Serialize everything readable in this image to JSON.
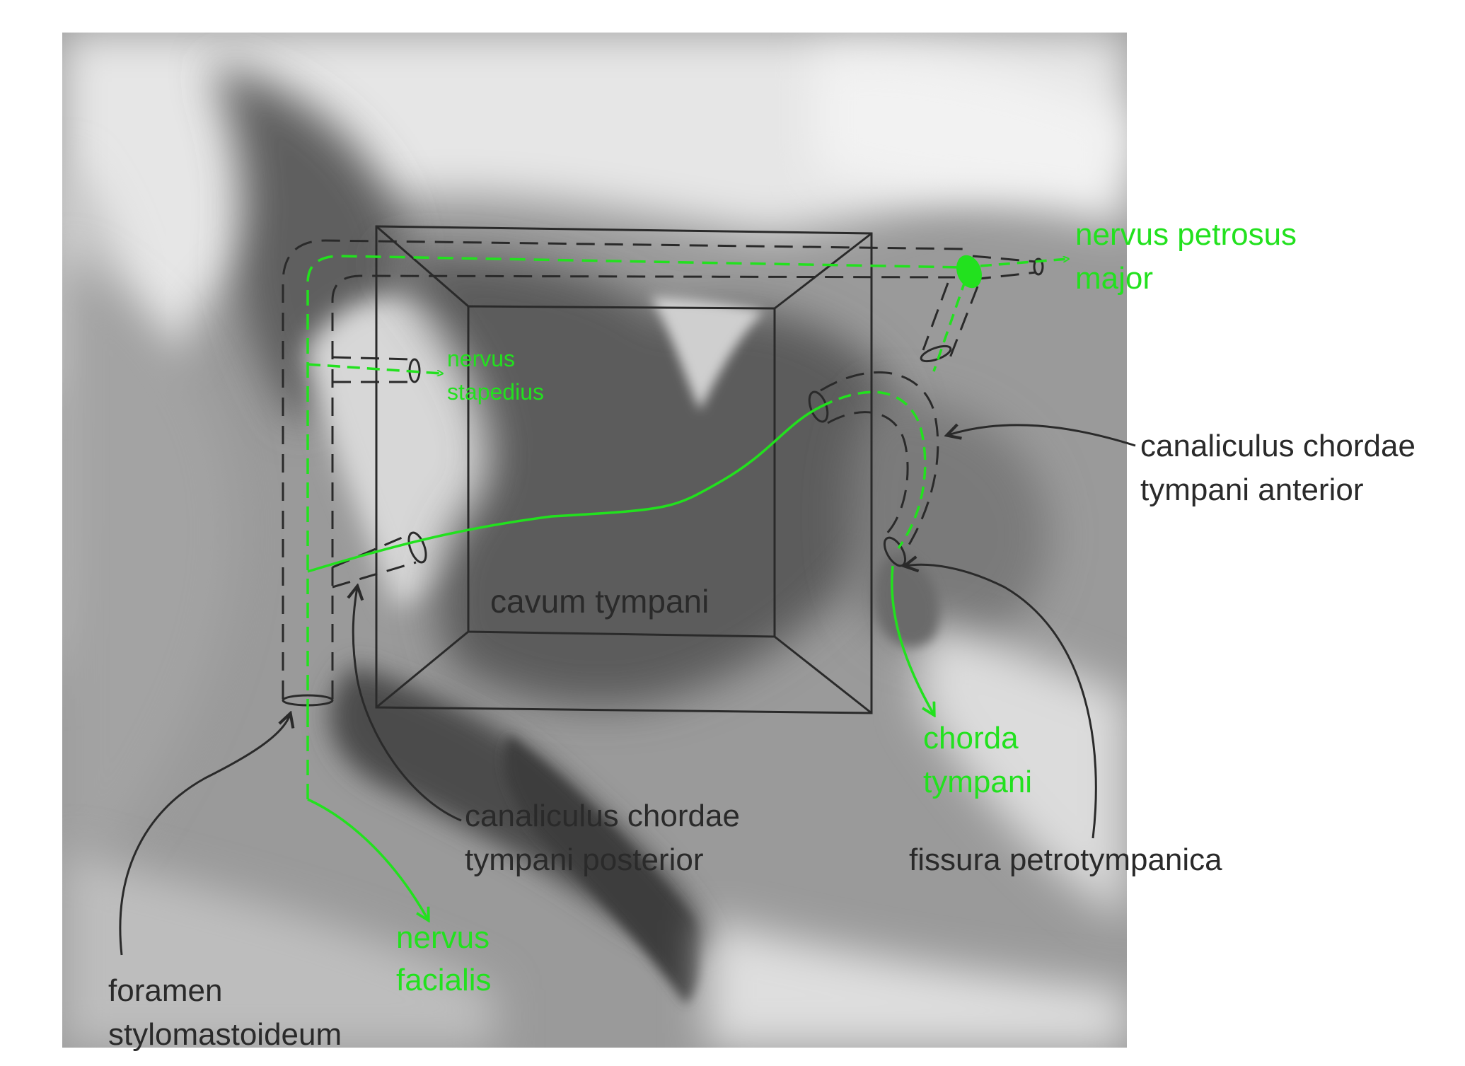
{
  "diagram": {
    "labels": {
      "nervus_petrosus_major": [
        "nervus petrosus",
        "major"
      ],
      "nervus_stapedius": [
        "nervus",
        "stapedius"
      ],
      "canaliculus_chordae_tympani_anterior": [
        "canaliculus chordae",
        "tympani anterior"
      ],
      "cavum_tympani": "cavum tympani",
      "chorda_tympani": [
        "chorda",
        "tympani"
      ],
      "canaliculus_chordae_tympani_posterior": [
        "canaliculus chordae",
        "tympani posterior"
      ],
      "fissura_petrotympanica": "fissura petrotympanica",
      "nervus_facialis": [
        "nervus",
        "facialis"
      ],
      "foramen_stylomastoideum": [
        "foramen",
        "stylomastoideum"
      ]
    },
    "colors": {
      "nerve": "#22e11e",
      "canal": "#2a2a2a",
      "background_photo": "#8c8c8c"
    }
  }
}
